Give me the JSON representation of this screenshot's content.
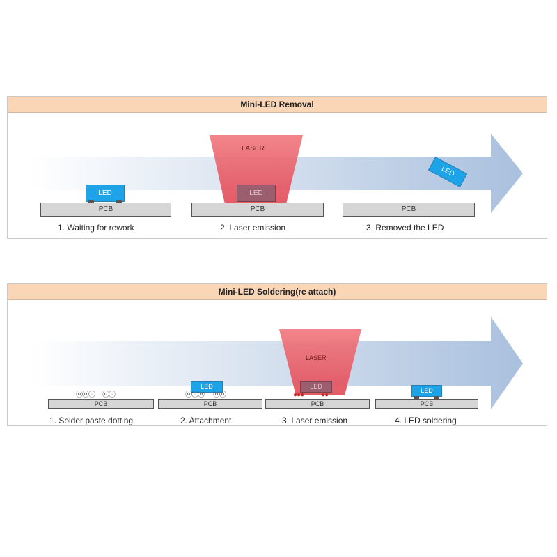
{
  "removal": {
    "title": "Mini-LED Removal",
    "steps": [
      {
        "label": "1. Waiting for rework",
        "pcb": "PCB",
        "led": "LED"
      },
      {
        "label": "2. Laser emission",
        "pcb": "PCB",
        "led": "LED",
        "laser": "LASER"
      },
      {
        "label": "3. Removed the LED",
        "pcb": "PCB",
        "led": "LED"
      }
    ]
  },
  "soldering": {
    "title": "Mini-LED Soldering(re attach)",
    "steps": [
      {
        "label": "1. Solder paste dotting",
        "pcb": "PCB"
      },
      {
        "label": "2. Attachment",
        "pcb": "PCB",
        "led": "LED"
      },
      {
        "label": "3. Laser emission",
        "pcb": "PCB",
        "led": "LED",
        "laser": "LASER"
      },
      {
        "label": "4. LED soldering",
        "pcb": "PCB",
        "led": "LED"
      }
    ]
  },
  "colors": {
    "header": "#fbd6b6",
    "arrow_start": "#ffffff",
    "arrow_end": "#a9c0de",
    "laser": "#e8606a",
    "led": "#1da4e8",
    "pcb": "#d6d6d6"
  }
}
